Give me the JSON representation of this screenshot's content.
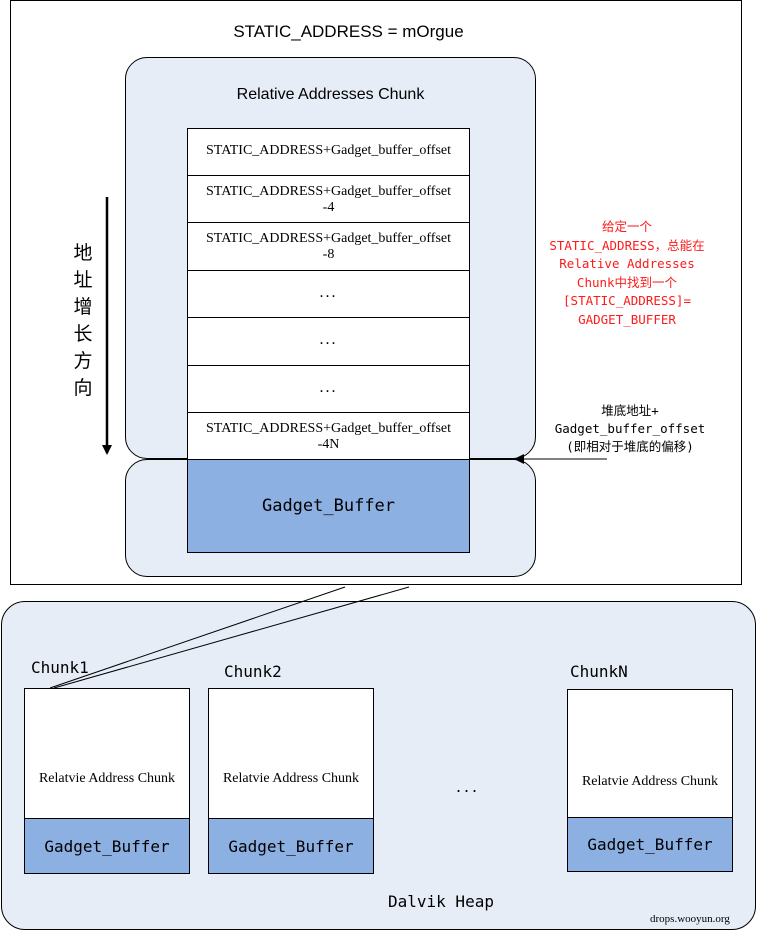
{
  "top": {
    "title": "STATIC_ADDRESS = mOrgue",
    "rac_title": "Relative Addresses Chunk",
    "cells": [
      "STATIC_ADDRESS+Gadget_buffer_offset",
      "STATIC_ADDRESS+Gadget_buffer_offset\n-4",
      "STATIC_ADDRESS+Gadget_buffer_offset\n-8",
      "...",
      "...",
      "...",
      "STATIC_ADDRESS+Gadget_buffer_offset\n-4N"
    ],
    "gadget_buffer": "Gadget_Buffer",
    "direction_label": "地址增长方向",
    "red_note": "给定一个\nSTATIC_ADDRESS，总能在\nRelative Addresses\nChunk中找到一个\n[STATIC_ADDRESS]=\nGADGET_BUFFER",
    "black_note": "堆底地址+\nGadget_buffer_offset\n(即相对于堆底的偏移)"
  },
  "heap": {
    "label": "Dalvik Heap",
    "ellipsis": "...",
    "chunks": [
      {
        "name": "Chunk1",
        "rac": "Relatvie Address Chunk",
        "gb": "Gadget_Buffer"
      },
      {
        "name": "Chunk2",
        "rac": "Relatvie Address Chunk",
        "gb": "Gadget_Buffer"
      },
      {
        "name": "ChunkN",
        "rac": "Relatvie Address Chunk",
        "gb": "Gadget_Buffer"
      }
    ]
  },
  "watermark": "drops.wooyun.org",
  "colors": {
    "panel": "#e6edf7",
    "gadget": "#8db0e3",
    "note_red": "#ff1a1a"
  }
}
